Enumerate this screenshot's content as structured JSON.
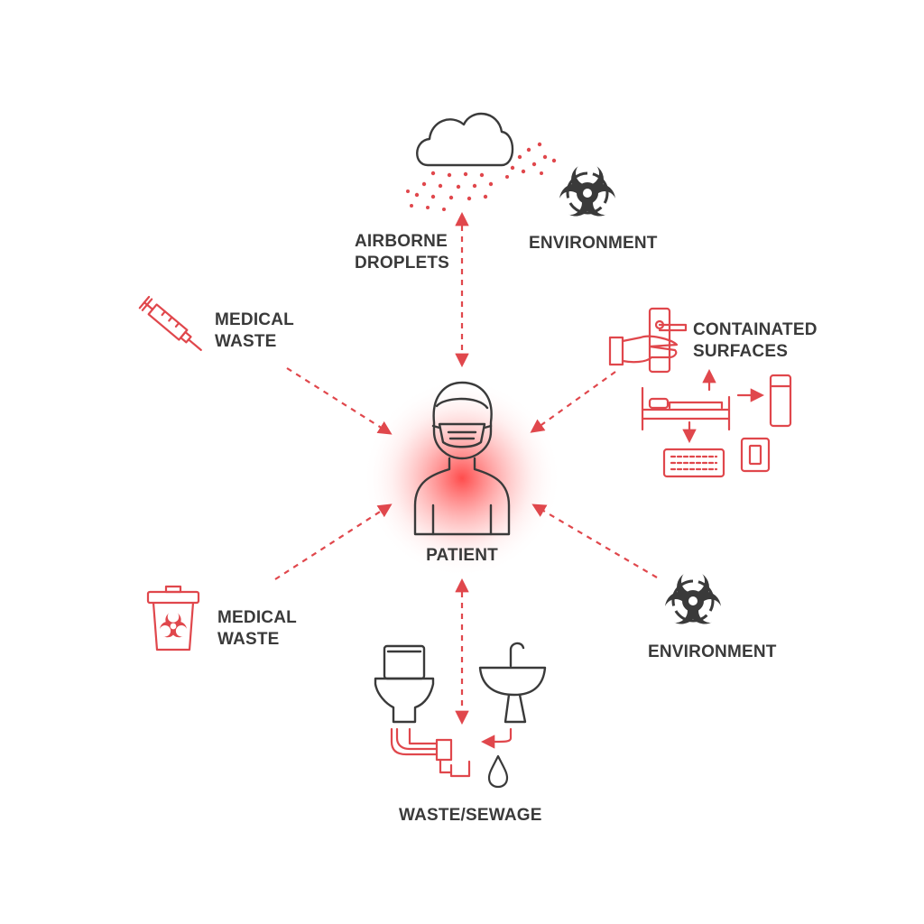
{
  "colors": {
    "accent": "#e0474c",
    "ink": "#3a3a3a",
    "glow": "#ff3b3b"
  },
  "nodes": {
    "patient": {
      "label": "PATIENT",
      "icon": "masked-person-icon"
    },
    "airborne": {
      "line1": "AIRBORNE",
      "line2": "DROPLETS",
      "icon": "cloud-droplets-icon"
    },
    "environment_top": {
      "label": "ENVIRONMENT",
      "icon": "biohazard-icon"
    },
    "environment_bottom": {
      "label": "ENVIRONMENT",
      "icon": "biohazard-icon"
    },
    "medical_waste_syringe": {
      "line1": "MEDICAL",
      "line2": "WASTE",
      "icon": "syringe-icon"
    },
    "medical_waste_bin": {
      "line1": "MEDICAL",
      "line2": "WASTE",
      "icon": "biohazard-bin-icon"
    },
    "surfaces": {
      "line1": "CONTAINATED",
      "line2": "SURFACES",
      "icons": [
        "door-handle-icon",
        "hand-icon",
        "hospital-bed-icon",
        "phone-icon",
        "keyboard-icon",
        "light-switch-icon"
      ]
    },
    "sewage": {
      "label": "WASTE/SEWAGE",
      "icons": [
        "toilet-icon",
        "sink-icon",
        "pipe-icon",
        "water-drop-icon"
      ]
    }
  }
}
